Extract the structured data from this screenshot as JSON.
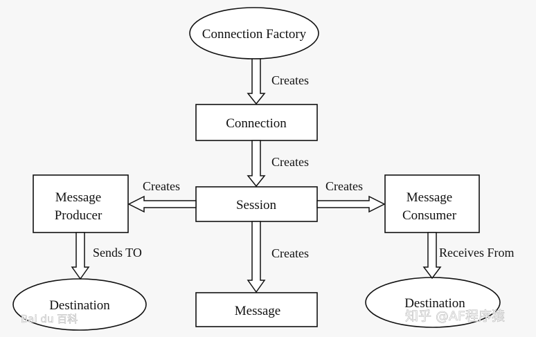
{
  "nodes": {
    "connection_factory": "Connection Factory",
    "connection": "Connection",
    "session": "Session",
    "message_producer": [
      "Message",
      "Producer"
    ],
    "message_consumer": [
      "Message",
      "Consumer"
    ],
    "message": "Message",
    "destination_left": "Destination",
    "destination_right": "Destination"
  },
  "edges": {
    "factory_to_connection": "Creates",
    "connection_to_session": "Creates",
    "session_to_producer": "Creates",
    "session_to_consumer": "Creates",
    "session_to_message": "Creates",
    "producer_to_destination": "Sends TO",
    "consumer_to_destination": "Receives From"
  },
  "watermarks": {
    "left": "Bai du 百科",
    "right": "知乎 @AF程序猿"
  },
  "colors": {
    "background": "#f7f7f7",
    "stroke": "#111111",
    "fill": "#ffffff"
  }
}
